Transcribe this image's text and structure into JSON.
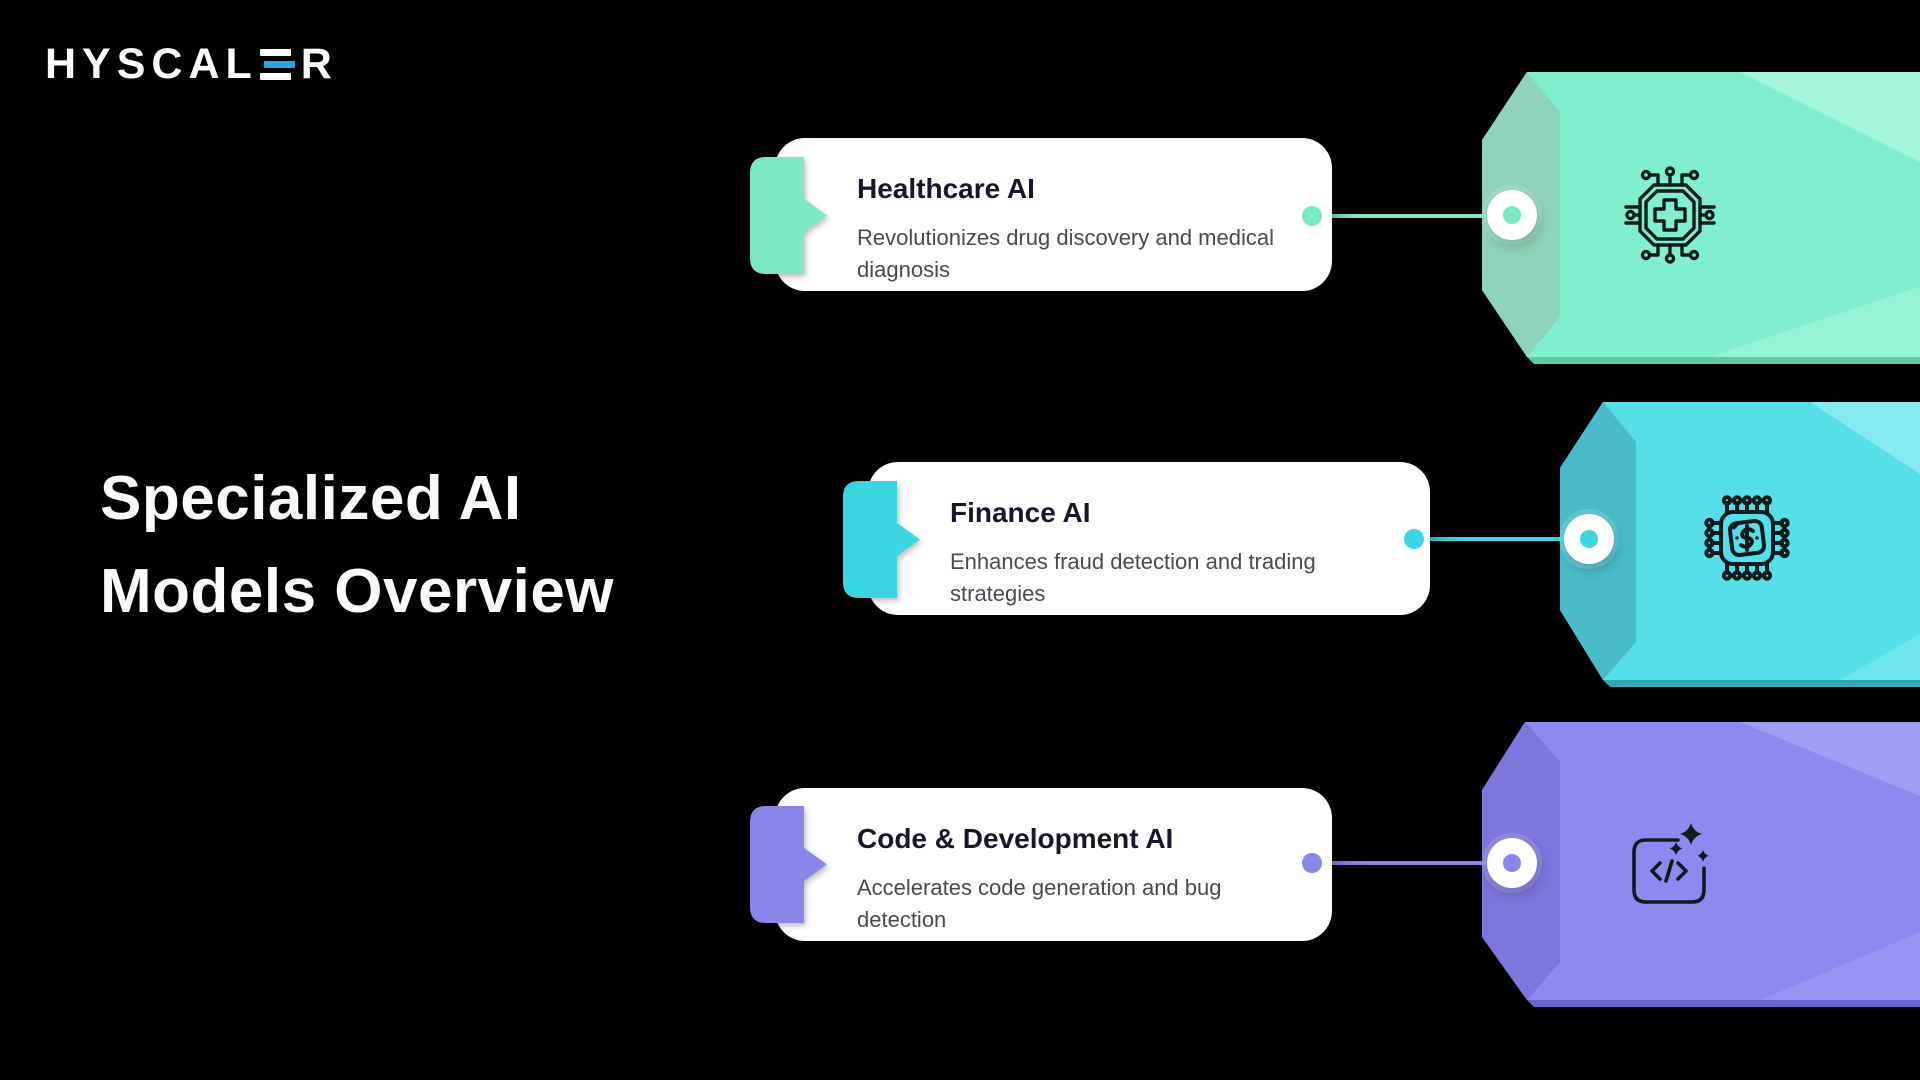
{
  "page": {
    "background_color": "#000000"
  },
  "logo": {
    "part1": "HYSCAL",
    "part2": "R",
    "bar_top_color": "#FFFFFF",
    "bar_middle_color": "#2AA4E0",
    "bar_bottom_color": "#FFFFFF"
  },
  "headline": {
    "line1": "Specialized AI",
    "line2": "Models Overview"
  },
  "cards": [
    {
      "title": "Healthcare AI",
      "description": "Revolutionizes drug discovery and medical diagnosis",
      "icon": "medical-chip-icon",
      "colors": {
        "accent": "#7DE9C3",
        "tag_body": "#81EFCE",
        "tag_tip": "#8FD4BA",
        "tag_highlight": "#A8F5DD",
        "tag_edge": "#5ECBA6"
      }
    },
    {
      "title": "Finance AI",
      "description": "Enhances fraud detection and trading strategies",
      "icon": "finance-chip-icon",
      "colors": {
        "accent": "#3BD6E2",
        "tag_body": "#56DEE9",
        "tag_tip": "#49BCCA",
        "tag_highlight": "#85EBF2",
        "tag_edge": "#2FA9B8"
      }
    },
    {
      "title": "Code & Development AI",
      "description": "Accelerates code generation and bug detection",
      "icon": "code-sparkles-icon",
      "colors": {
        "accent": "#8A85E9",
        "tag_body": "#8D89EF",
        "tag_tip": "#7D76DB",
        "tag_highlight": "#A29EF4",
        "tag_edge": "#6B64CF"
      }
    }
  ]
}
